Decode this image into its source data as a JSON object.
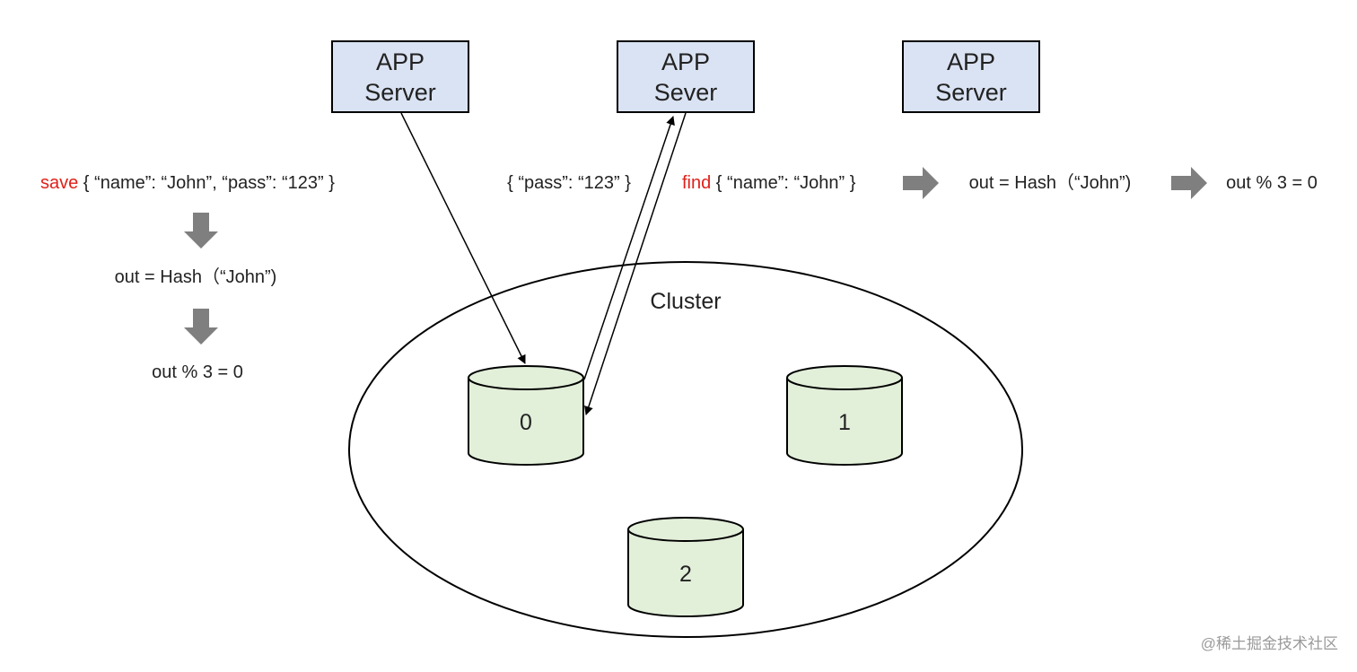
{
  "servers": [
    {
      "line1": "APP",
      "line2": "Server"
    },
    {
      "line1": "APP",
      "line2": "Sever"
    },
    {
      "line1": "APP",
      "line2": "Server"
    }
  ],
  "save_flow": {
    "keyword": "save",
    "payload": " { “name”: “John”, “pass”: “123” }",
    "hash_text": "out =  Hash（“John”)",
    "mod_text": "out % 3 = 0"
  },
  "response": {
    "text": "{ “pass”: “123” }"
  },
  "find_flow": {
    "keyword": "find",
    "payload": " { “name”: “John” }",
    "hash_text": "out =  Hash（“John”)",
    "mod_text": "out % 3 = 0"
  },
  "cluster": {
    "label": "Cluster",
    "nodes": [
      {
        "label": "0"
      },
      {
        "label": "1"
      },
      {
        "label": "2"
      }
    ]
  },
  "watermark": "@稀土掘金技术社区",
  "colors": {
    "server_fill": "#dae3f3",
    "db_fill": "#e2efd9",
    "keyword": "#e0201a",
    "flow_arrow": "#7f7f7f"
  }
}
